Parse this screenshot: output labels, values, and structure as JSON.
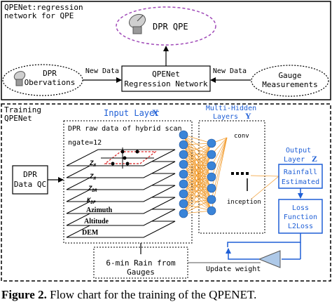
{
  "top_panel": {
    "title_line1": "QPENet:regression",
    "title_line2": "network for QPE",
    "dpr_qpe": "DPR QPE",
    "dpr_obs_line1": "DPR",
    "dpr_obs_line2": "Obervations",
    "new_data_left": "New Data",
    "regression_line1": "QPENet",
    "regression_line2": "Regression Network",
    "new_data_right": "New Data",
    "gauge_line1": "Gauge",
    "gauge_line2": "Measurements"
  },
  "bottom_panel": {
    "title_line1": "Training",
    "title_line2": "QPENet",
    "dpr_qc_line1": "DPR",
    "dpr_qc_line2": "Data QC",
    "input_layer": "Input Layer",
    "input_layer_var": "X",
    "hidden_line1": "Multi-Hidden",
    "hidden_line2": "Layers",
    "hidden_var": "Y",
    "raw_data": "DPR raw data of hybrid scan",
    "ngate": "ngate=12",
    "layers": [
      "Z",
      "Z",
      "Z",
      "K",
      "Azimuth",
      "Altitude",
      "DEM"
    ],
    "layer_subs": [
      "H",
      "H",
      "DR",
      "DP",
      "",
      "",
      ""
    ],
    "conv": "conv",
    "inception": "inception",
    "output_line1": "Output",
    "output_line2": "Layer",
    "output_var": "Z",
    "rainfall_line1": "Rainfall",
    "rainfall_line2": "Estimated",
    "loss_line1": "Loss",
    "loss_line2": "Function",
    "loss_line3": "L2Loss",
    "gauge_line1": "6-min Rain from",
    "gauge_line2": "Gauges",
    "update_weight": "Update weight"
  },
  "caption": {
    "label": "Figure 2.",
    "text": "Flow chart for the training of the QPENET."
  },
  "colors": {
    "blue_accent": "#1f5fd6",
    "node_fill": "#3a84d8",
    "orange_edges": "#f29b2c",
    "purple_border": "#a04ab8",
    "triangle_fill": "#aec9e8"
  }
}
